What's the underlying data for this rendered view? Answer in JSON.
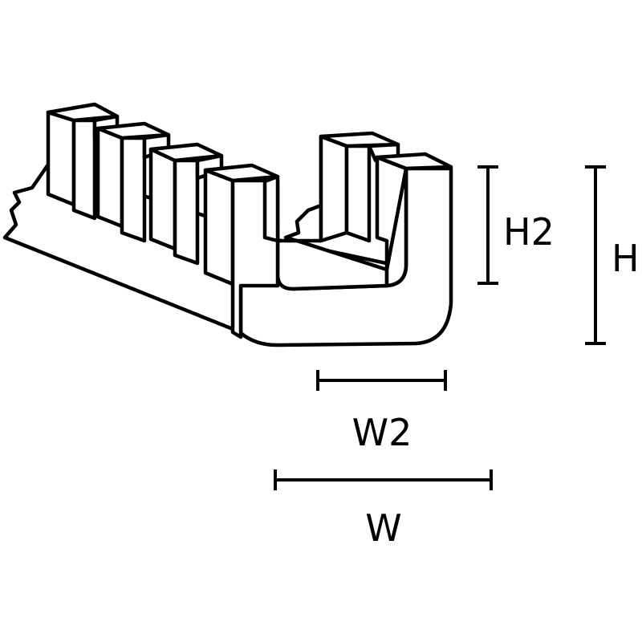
{
  "dimensions": {
    "h2": "H2",
    "h": "H",
    "w2": "W2",
    "w": "W"
  },
  "colors": {
    "line": "#000000",
    "background": "#ffffff"
  }
}
